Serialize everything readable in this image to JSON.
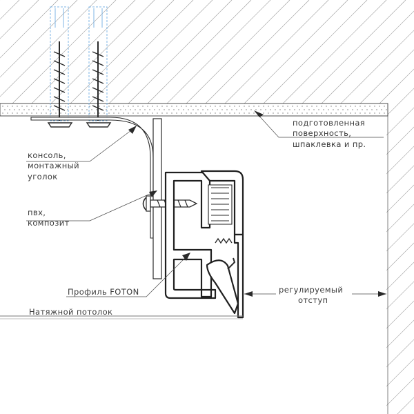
{
  "labels": {
    "surface": [
      "подготовленная",
      "поверхность,",
      "шпаклевка и пр."
    ],
    "console": [
      "консоль,",
      "монтажный",
      "уголок"
    ],
    "pvc": [
      "пвх,",
      "композит"
    ],
    "profile": "Профиль FOTON",
    "ceiling": "Натяжной потолок",
    "offset": [
      "регулируемый",
      "отступ"
    ]
  },
  "colors": {
    "line": "#1f1f1f",
    "hatch": "#9a9a9a",
    "text": "#3a3a3a",
    "dowel": "#7fb6e6"
  }
}
